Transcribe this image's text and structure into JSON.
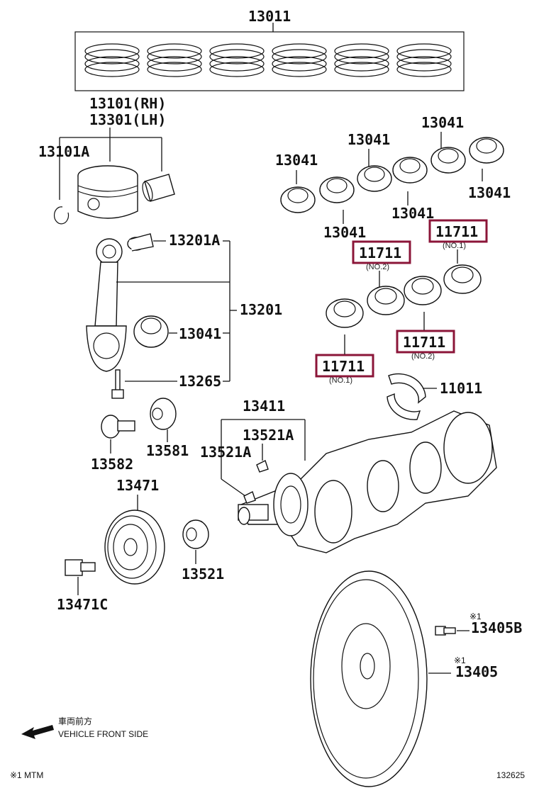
{
  "labels": {
    "p13011": "13011",
    "p13101rh": "13101(RH)",
    "p13301lh": "13301(LH)",
    "p13101a": "13101A",
    "p13041_a": "13041",
    "p13041_b": "13041",
    "p13041_c": "13041",
    "p13041_d": "13041",
    "p13041_e": "13041",
    "p13041_f": "13041",
    "p13041_g": "13041",
    "p11711_a": "11711",
    "p11711_b": "11711",
    "p11711_c": "11711",
    "p11711_d": "11711",
    "no1_a": "(NO.1)",
    "no2_a": "(NO.2)",
    "no2_b": "(NO.2)",
    "no1_b": "(NO.1)",
    "p13201a": "13201A",
    "p13201": "13201",
    "p13265": "13265",
    "p11011": "11011",
    "p13411": "13411",
    "p13521a_1": "13521A",
    "p13521a_2": "13521A",
    "p13582": "13582",
    "p13581": "13581",
    "p13471": "13471",
    "p13521": "13521",
    "p13471c": "13471C",
    "p13405b": "13405B",
    "p13405": "13405",
    "mark1": "※1",
    "mark2": "※1",
    "front_jp": "車両前方",
    "front_en": "VEHICLE FRONT SIDE",
    "footnote": "※1 MTM",
    "diagram_id": "132625"
  },
  "highlight_color": "#8b1538"
}
